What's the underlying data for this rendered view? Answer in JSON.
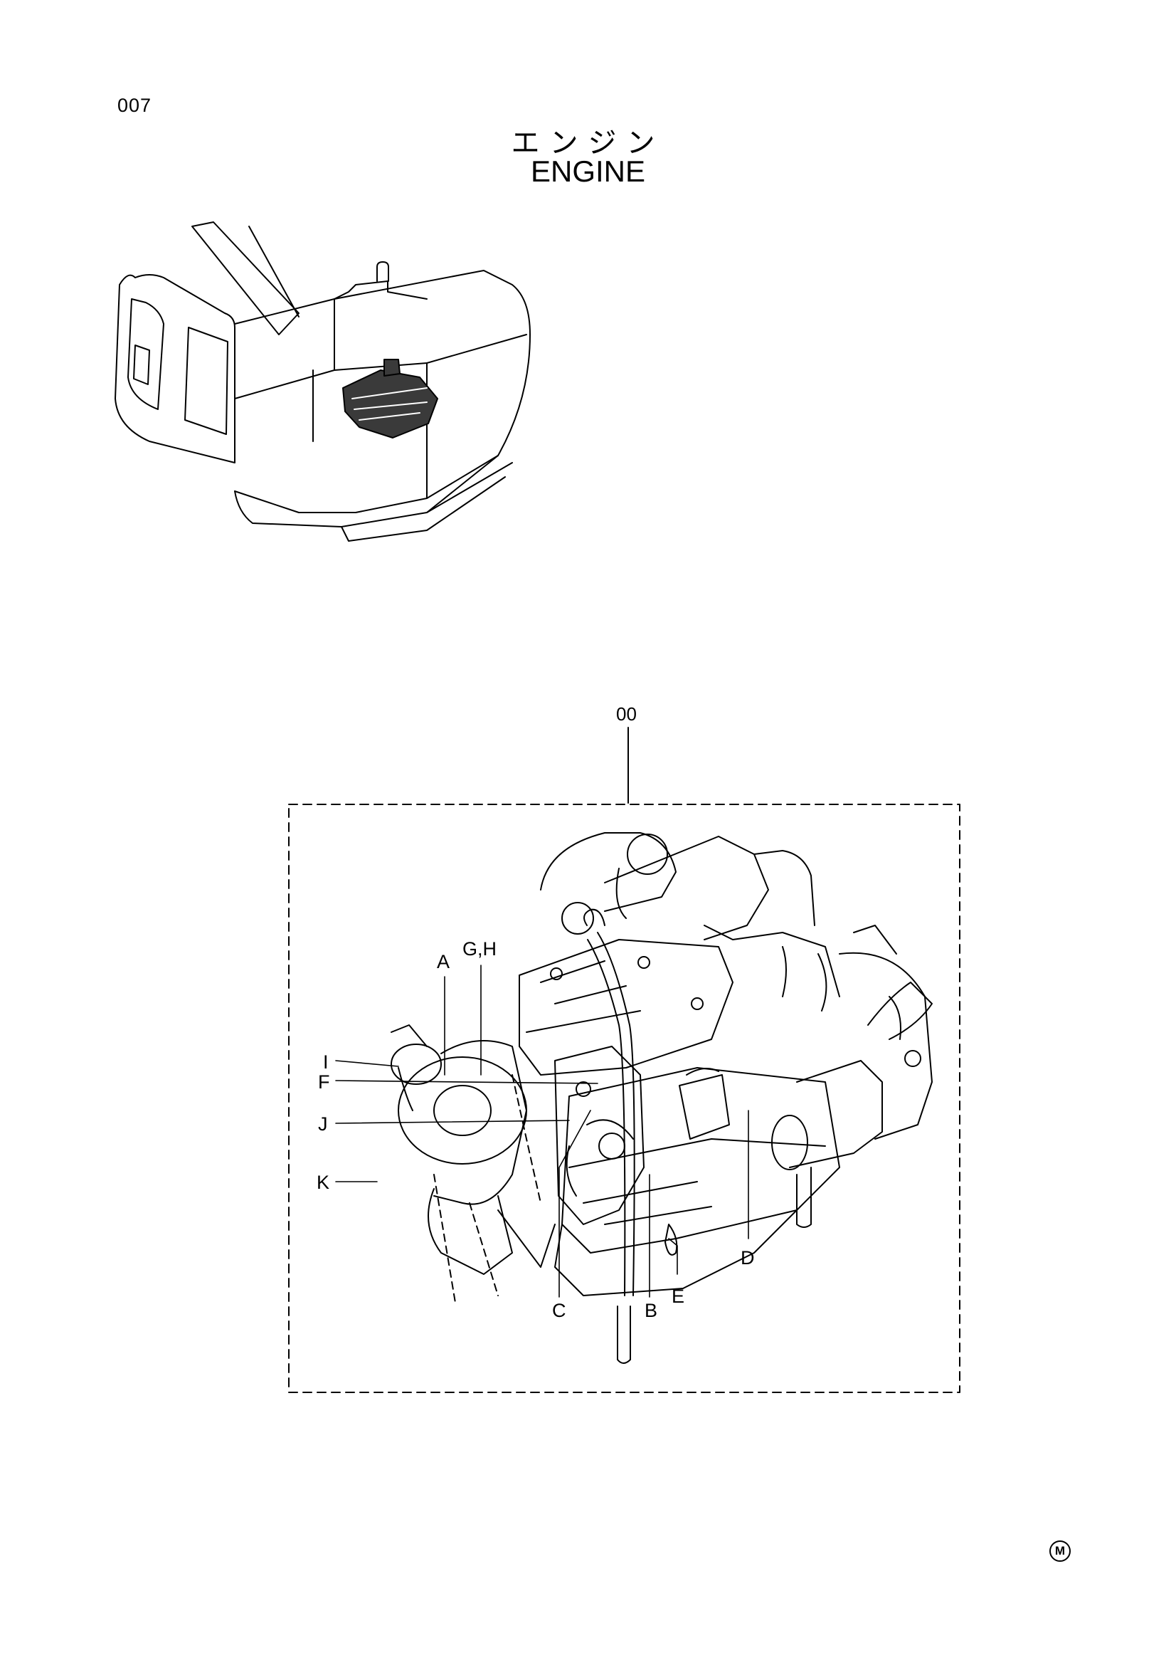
{
  "header": {
    "page_number": "007",
    "title_ja": "エンジン",
    "title_en": "ENGINE"
  },
  "diagram": {
    "assembly_label": "00",
    "callouts": [
      {
        "id": "A",
        "label": "A"
      },
      {
        "id": "GH",
        "label": "G,H"
      },
      {
        "id": "I",
        "label": "I"
      },
      {
        "id": "F",
        "label": "F"
      },
      {
        "id": "J",
        "label": "J"
      },
      {
        "id": "K",
        "label": "K"
      },
      {
        "id": "C",
        "label": "C"
      },
      {
        "id": "B",
        "label": "B"
      },
      {
        "id": "E",
        "label": "E"
      },
      {
        "id": "D",
        "label": "D"
      }
    ]
  },
  "footer": {
    "mark": "M"
  }
}
